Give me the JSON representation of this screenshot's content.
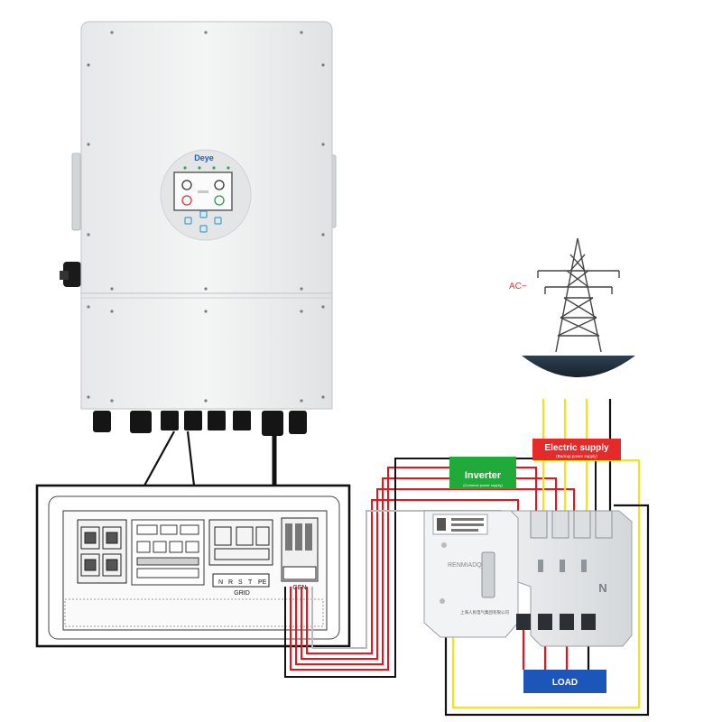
{
  "inverter_unit": {
    "brand": "Deye"
  },
  "detail_panel": {
    "grid_label": "GRID",
    "gen_label": "GEN",
    "grid_terminals": [
      "N",
      "R",
      "S",
      "T",
      "PE"
    ]
  },
  "ac_source": {
    "label": "AC~"
  },
  "labels": {
    "inverter": "Inverter",
    "inverter_sub": "(Common power supply)",
    "electric_supply": "Electric supply",
    "electric_supply_sub": "(Backup power supply)",
    "load": "LOAD"
  },
  "switch_device": {
    "brand": "RENMIADQ",
    "n_marker": "N",
    "maker_text": "上海人民电气集团有限公司"
  },
  "colors": {
    "inverter_tag": "#1faa3a",
    "electric_tag": "#e52a2a",
    "load_box": "#1c56b8",
    "wire_red": "#e8141b",
    "wire_yellow": "#f5e21a",
    "wire_black": "#111111",
    "ground_arc": "#2a3b4c"
  },
  "icons": [
    "power-tower-icon",
    "ground-dome-icon",
    "display-screen-icon",
    "cable-gland-icon",
    "dc-switch-icon"
  ]
}
